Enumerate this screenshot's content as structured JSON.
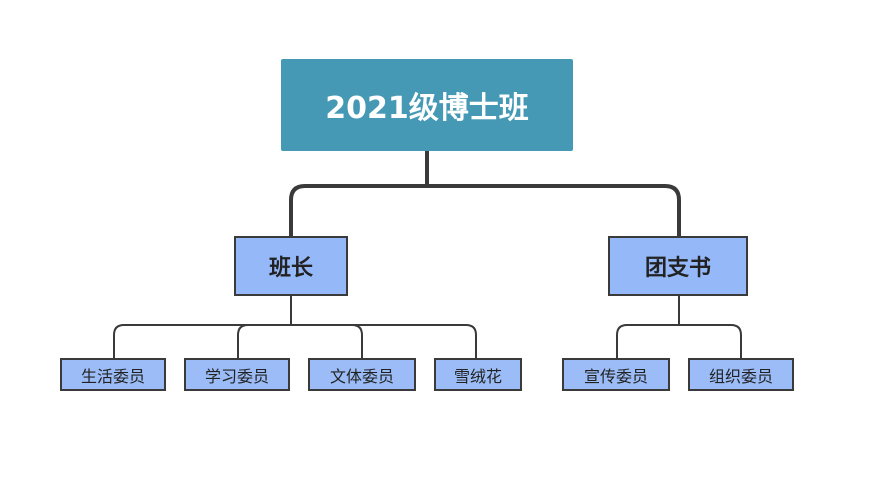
{
  "root": {
    "label": "2021级博士班"
  },
  "branches": [
    {
      "label": "班长",
      "children": [
        "生活委员",
        "学习委员",
        "文体委员",
        "雪绒花"
      ]
    },
    {
      "label": "团支书",
      "children": [
        "宣传委员",
        "组织委员"
      ]
    }
  ],
  "colors": {
    "root_fill": "#4599b5",
    "node_fill": "#94b8f8",
    "leaf_fill": "#9bbcf6",
    "connector": "#3a3a3a"
  }
}
